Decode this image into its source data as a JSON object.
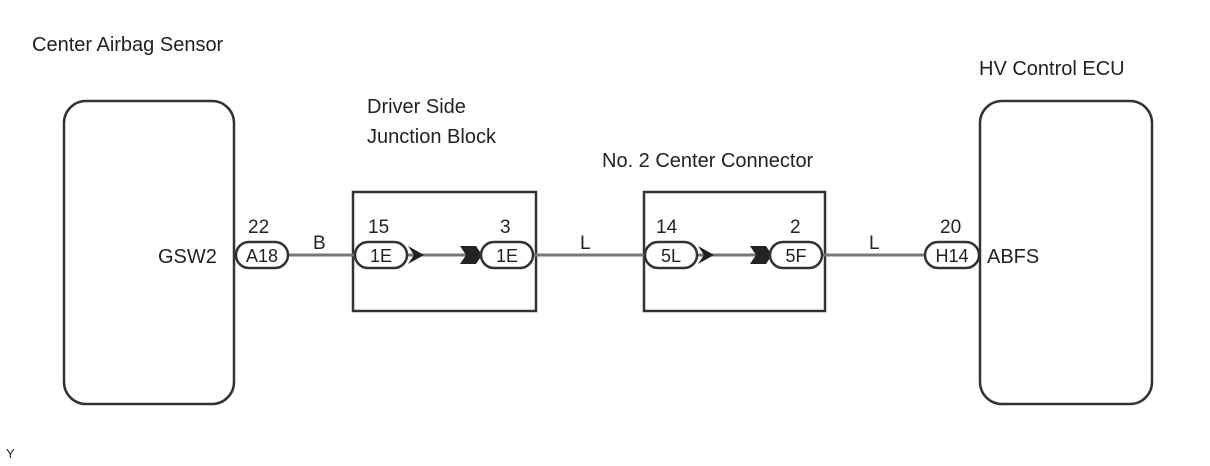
{
  "components": {
    "airbag_sensor": "Center Airbag Sensor",
    "junction_block_line1": "Driver Side",
    "junction_block_line2": "Junction Block",
    "center_connector": "No. 2 Center Connector",
    "hv_ecu": "HV Control ECU"
  },
  "terminals": {
    "left_signal": "GSW2",
    "right_signal": "ABFS"
  },
  "connectors": {
    "a18": {
      "code": "A18",
      "pin": "22"
    },
    "jb_left": {
      "code": "1E",
      "pin": "15"
    },
    "jb_right": {
      "code": "1E",
      "pin": "3"
    },
    "cc_left": {
      "code": "5L",
      "pin": "14"
    },
    "cc_right": {
      "code": "5F",
      "pin": "2"
    },
    "h14": {
      "code": "H14",
      "pin": "20"
    }
  },
  "wire_colors": {
    "seg1": "B",
    "seg2": "L",
    "seg3": "L"
  },
  "footer_code": "Y"
}
